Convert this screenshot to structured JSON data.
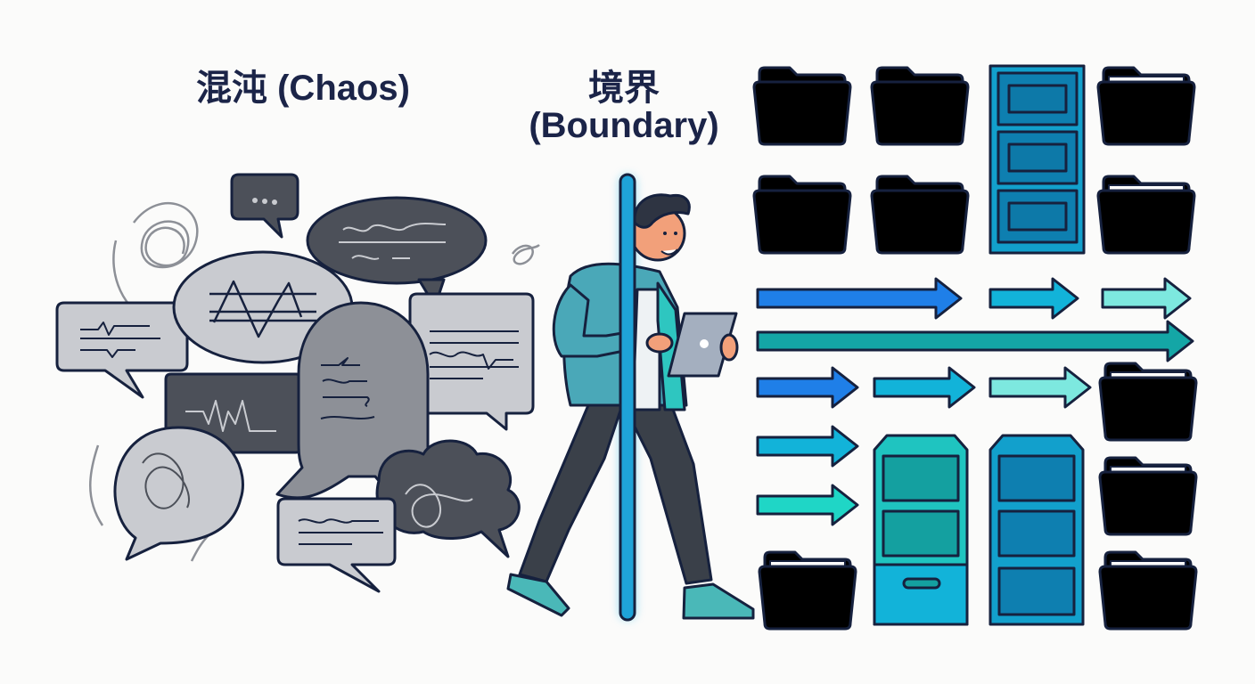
{
  "titles": {
    "chaos": "混沌 (Chaos)",
    "boundary_cjk": "境界",
    "boundary_en": "(Boundary)"
  },
  "sections": {
    "left": {
      "name": "chaos",
      "content": "overlapping gray speech bubbles with scribbles and waveforms"
    },
    "center": {
      "name": "boundary",
      "content": "glowing blue vertical pole; person with tablet walking through"
    },
    "right": {
      "name": "order",
      "content": "grid of blue/teal folders, arrows and filing cabinets"
    }
  },
  "colors": {
    "background": "#fbfbfa",
    "title_text": "#1b2448",
    "outline": "#16213e",
    "bubble_light": "#c9cbd0",
    "bubble_mid": "#8d9097",
    "bubble_dark": "#4c5059",
    "boundary_pole": "#1fa3d8",
    "blue": "#1f7fe8",
    "teal": "#1fd6c6",
    "cyan": "#12b3d9",
    "dark_teal": "#14a6a6",
    "mint": "#7de8df",
    "cabinet": "#129bc9",
    "hoodie": "#4aa8b8",
    "pants": "#3a4049",
    "skin": "#f2a07a"
  }
}
